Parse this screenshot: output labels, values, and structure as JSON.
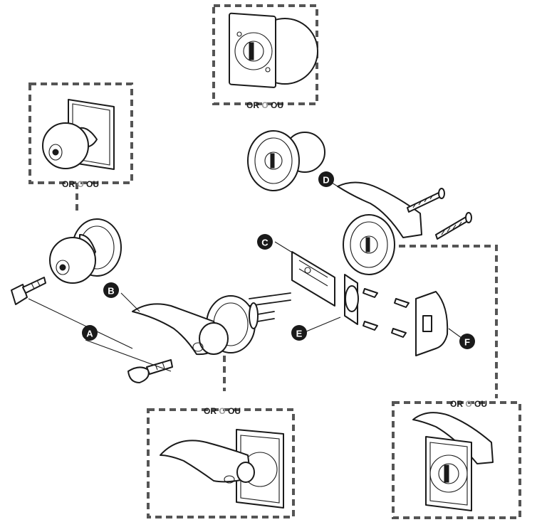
{
  "callouts": {
    "a": "A",
    "b": "B",
    "c": "C",
    "d": "D",
    "e": "E",
    "f": "F"
  },
  "alt_label": {
    "left": "OR",
    "middle": "O",
    "right": "OU"
  },
  "colors": {
    "line": "#1a1a1a",
    "dashed_frame": "#555555",
    "alt_middle_letter": "#9a9a9a"
  }
}
